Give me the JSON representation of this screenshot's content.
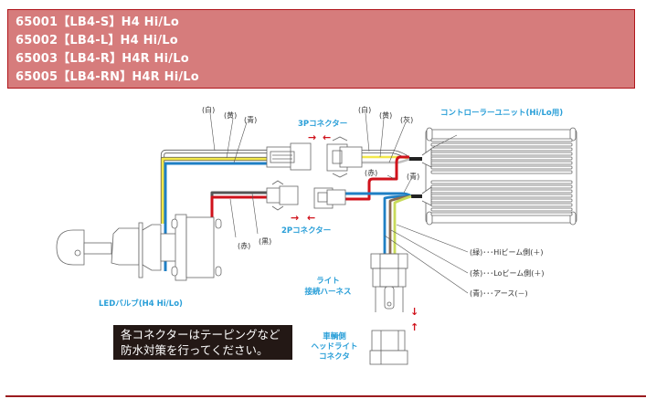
{
  "header": {
    "models": [
      "65001【LB4-S】H4 Hi/Lo",
      "65002【LB4-L】H4 Hi/Lo",
      "65003【LB4-R】H4R Hi/Lo",
      "65005【LB4-RN】H4R Hi/Lo"
    ],
    "background_color": "#d67c7c",
    "border_color": "#b0151b"
  },
  "diagram": {
    "wire_colors": {
      "white": "#ffffff",
      "yellow": "#f3e84a",
      "blue": "#1f7fc4",
      "red": "#d0121b",
      "black": "#555555",
      "gray": "#bfbfbf",
      "green": "#c8da5a",
      "brown": "#8a6a52"
    },
    "labels": {
      "bulb_wire_white": "(白)",
      "bulb_wire_yellow": "(黄)",
      "bulb_wire_blue": "(青)",
      "unit_wire_white": "(白)",
      "unit_wire_yellow": "(黄)",
      "unit_wire_gray": "(灰)",
      "unit_wire_red": "(赤)",
      "unit_wire_blue": "(青)",
      "bulb_wire_red": "(赤)",
      "bulb_wire_black": "(黒)",
      "connector_3p": "3Pコネクター",
      "connector_2p": "2Pコネクター",
      "controller_unit": "コントローラーユニット(Hi/Lo用)",
      "led_bulb": "LEDバルブ(H4 Hi/Lo)",
      "light_harness_line1": "ライト",
      "light_harness_line2": "接続ハーネス",
      "vehicle_connector_line1": "車輌側",
      "vehicle_connector_line2": "ヘッドライト",
      "vehicle_connector_line3": "コネクタ",
      "green_wire_desc": "(緑)･･･Hiビーム側(＋)",
      "brown_wire_desc": "(茶)･･･Loビーム側(＋)",
      "blue_wire_desc": "(青)･･･アース(－)",
      "arrow_right": "→",
      "arrow_left": "←",
      "arrow_down": "↓",
      "arrow_up": "↑"
    },
    "label_blue_color": "#2a9fd8",
    "arrow_color": "#d0121b"
  },
  "notice": {
    "line1": "各コネクターはテーピングなど",
    "line2": "防水対策を行ってください。"
  }
}
